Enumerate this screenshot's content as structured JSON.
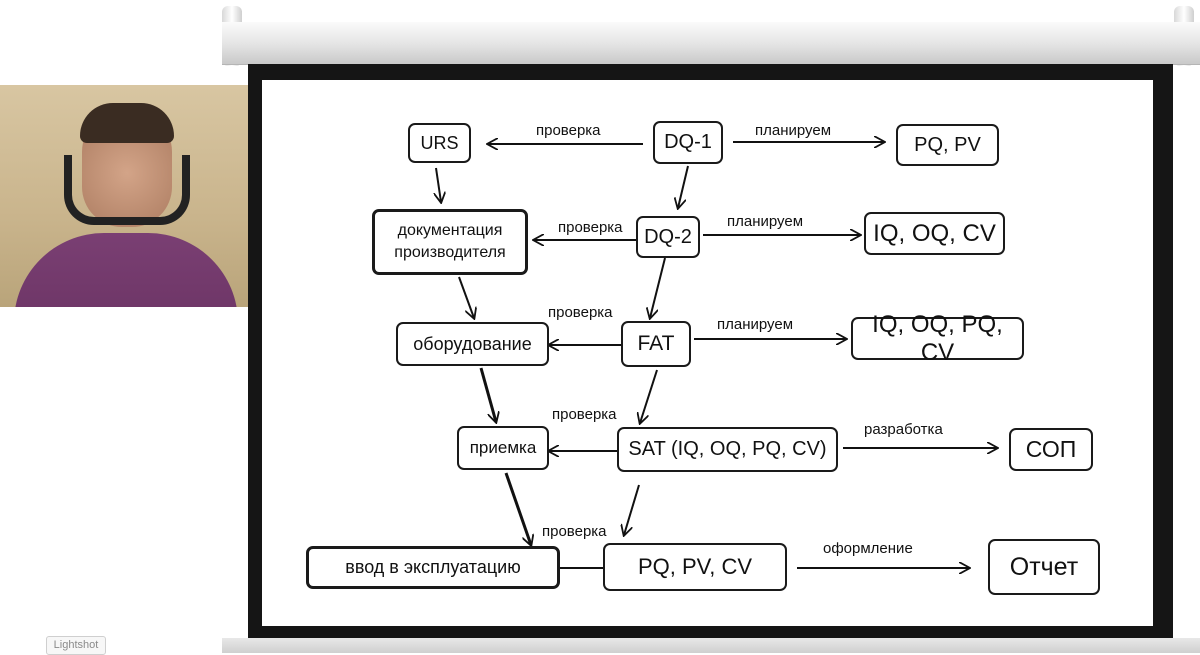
{
  "nodes": {
    "urs": "URS",
    "dq1": "DQ-1",
    "pqpv": "PQ, PV",
    "docs": "документация производителя",
    "dq2": "DQ-2",
    "iqoqcv": "IQ, OQ, CV",
    "equipment": "оборудование",
    "fat": "FAT",
    "iqoqpqcv": "IQ, OQ, PQ, CV",
    "acceptance": "приемка",
    "sat": "SAT (IQ, OQ, PQ, CV)",
    "sop": "СОП",
    "commissioning": "ввод в эксплуатацию",
    "pqpvcv": "PQ, PV, CV",
    "report": "Отчет"
  },
  "edge_labels": {
    "dq1_to_urs": "проверка",
    "dq1_to_pqpv": "планируем",
    "dq2_to_docs": "проверка",
    "dq2_to_iqoqcv": "планируем",
    "fat_to_equipment": "проверка",
    "fat_to_iqoqpqcv": "планируем",
    "sat_to_acceptance": "проверка",
    "sat_to_sop": "разработка",
    "pqpvcv_to_commissioning": "проверка",
    "pqpvcv_to_report": "оформление"
  },
  "overlay": {
    "lightshot": "Lightshot"
  },
  "colors": {
    "screen_frame": "#151515",
    "ink": "#111111",
    "shirt": "#6a3363"
  }
}
